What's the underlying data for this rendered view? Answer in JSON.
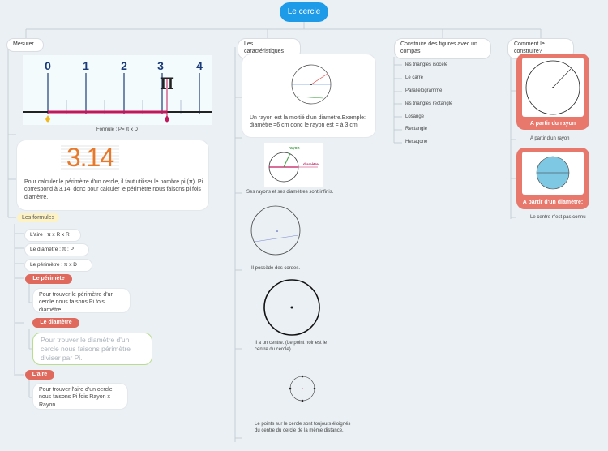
{
  "root": {
    "title": "Le cercle"
  },
  "mesurer": {
    "label": "Mesurer",
    "ruler_ticks": [
      "0",
      "1",
      "2",
      "3",
      "4"
    ],
    "formula": "Formule : P= π x D",
    "pi_value": "3.14",
    "pi_text": "Pour calculer le périmètre d'un cercle, il faut utiliser le nombre pi (π). Pi correspond à 3,14, donc pour calculer le périmètre nous faisons pi fois diamètre.",
    "formules_label": "Les formules",
    "formulas": [
      "L'aire : π x R x R",
      "Le diamètre : π : P",
      "Le périmètre : π x D"
    ],
    "perimetre_label": "Le périmète",
    "perimetre_text": "Pour trouver le périmètre d'un cercle nous faisons Pi fois diamètre.",
    "diametre_label": "Le diamètre",
    "diametre_text": "Pour trouver le diamètre d'un cercle nous faisons périmètre diviser par Pi.",
    "aire_label": "L'aire",
    "aire_text": "Pour trouver l'aire d'un cercle nous faisons Pi fois Rayon x Rayon"
  },
  "caracteristiques": {
    "label": "Les caractéristiques",
    "rayon_text": "Un rayon est la moitié d'un diamètre.Exemple: diamètre =6 cm donc le rayon est = à 3 cm.",
    "img_labels": {
      "rayon": "rayon",
      "diametre": "diamètre"
    },
    "infinis": "Ses rayons et ses diamètres sont infinis.",
    "cordes": "Il possède des cordes.",
    "centre": "Il a un centre. (Le point noir est le centre du cercle).",
    "points": "Le points sur le cercle sont toujours éloignés du centre du cercle de la même distance."
  },
  "construire_compas": {
    "label": "Construire des figures avec un compas",
    "items": [
      "les triangles isocèle",
      "Le carré",
      "Parallélogramme",
      "les triangles rectangle",
      "Losange",
      "Rectangle",
      "Hexagone"
    ]
  },
  "construire": {
    "label": "Comment le construire?",
    "rayon_label": "A partir du rayon",
    "rayon_caption": "A partir d'un rayon",
    "diametre_label": "A partir d'un diamètre:",
    "diametre_caption": "Le centre n'est pas connu"
  },
  "colors": {
    "accent": "#1e9be8",
    "red": "#e0695d",
    "ruler_pink": "#c2185b",
    "ruler_blue": "#1a3b7a"
  }
}
